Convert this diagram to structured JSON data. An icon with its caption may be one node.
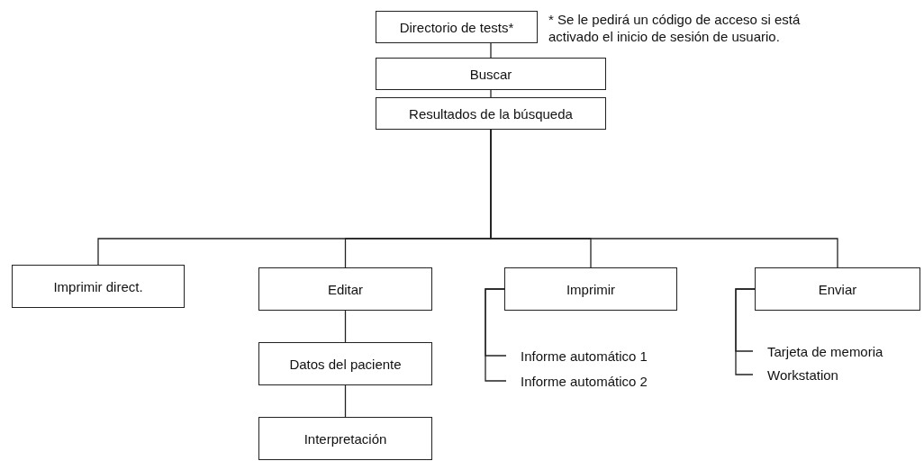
{
  "diagram": {
    "nodes": [
      {
        "text": [
          "Directorio de tests*"
        ]
      },
      {
        "text": [
          "Buscar"
        ]
      },
      {
        "text": [
          "Resultados de la búsqueda"
        ]
      },
      {
        "text": [
          "Imprimir direct."
        ]
      },
      {
        "text": [
          "Editar"
        ]
      },
      {
        "text": [
          "Datos del paciente"
        ]
      },
      {
        "text": [
          "Interpretación"
        ]
      },
      {
        "text": [
          "Imprimir"
        ]
      },
      {
        "text": [
          "Informe automático 1"
        ]
      },
      {
        "text": [
          "Informe automático 2"
        ]
      },
      {
        "text": [
          "Enviar"
        ]
      },
      {
        "text": [
          "Tarjeta de memoria"
        ]
      },
      {
        "text": [
          "Workstation"
        ]
      }
    ],
    "edges": [
      {
        "from": 0,
        "to": 1,
        "arrow": "none"
      },
      {
        "from": 1,
        "to": 2,
        "arrow": "none"
      },
      {
        "from": 2,
        "to": 3,
        "arrow": "none"
      },
      {
        "from": 2,
        "to": 4,
        "arrow": "none"
      },
      {
        "from": 2,
        "to": 7,
        "arrow": "none"
      },
      {
        "from": 2,
        "to": 10,
        "arrow": "none"
      },
      {
        "from": 4,
        "to": 5,
        "arrow": "none"
      },
      {
        "from": 5,
        "to": 6,
        "arrow": "none"
      },
      {
        "from": 7,
        "to": 8,
        "arrow": "none"
      },
      {
        "from": 7,
        "to": 9,
        "arrow": "none"
      },
      {
        "from": 10,
        "to": 11,
        "arrow": "none"
      },
      {
        "from": 10,
        "to": 12,
        "arrow": "none"
      }
    ],
    "labels": [
      "* Se le pedirá un código de acceso si está activado el inicio de sesión de usuario."
    ]
  }
}
